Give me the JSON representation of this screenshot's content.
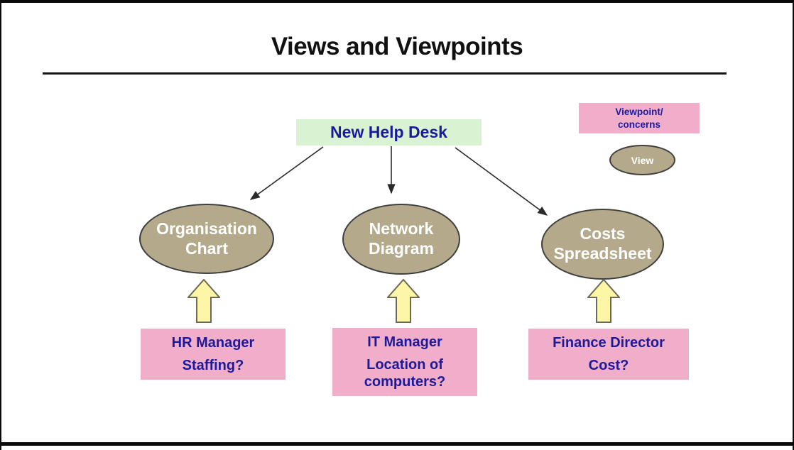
{
  "slide": {
    "title": "Views and Viewpoints"
  },
  "root_node": {
    "label": "New Help Desk"
  },
  "legend": {
    "viewpoint_label": "Viewpoint/\nconcerns",
    "view_label": "View"
  },
  "views": [
    {
      "label": "Organisation\nChart"
    },
    {
      "label": "Network\nDiagram"
    },
    {
      "label": "Costs\nSpreadsheet"
    }
  ],
  "viewpoints": [
    {
      "role": "HR Manager",
      "concern": "Staffing?"
    },
    {
      "role": "IT Manager",
      "concern": "Location of computers?"
    },
    {
      "role": "Finance Director",
      "concern": "Cost?"
    }
  ],
  "colors": {
    "viewpoint_pink": "#f0aecb",
    "view_tan": "#b4aa8b",
    "help_desk_green": "#d9f2d2",
    "arrow_yellow": "#fdf6a6",
    "text_navy": "#1c1a9c",
    "outline_dark": "#3f3f3f"
  }
}
